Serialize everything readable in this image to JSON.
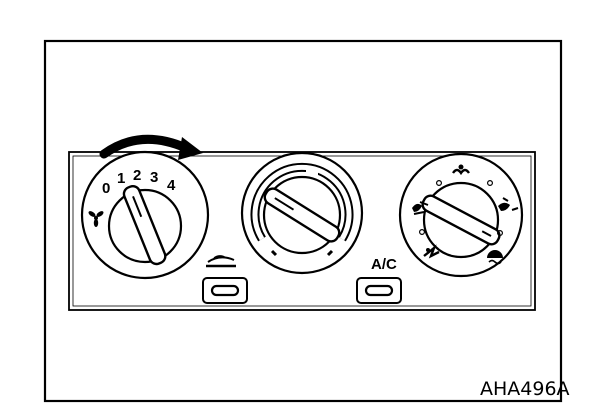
{
  "figure": {
    "reference_code": "AHA496A"
  },
  "fan_control": {
    "speed_labels": [
      "0",
      "1",
      "2",
      "3",
      "4"
    ]
  },
  "ac_button": {
    "label": "A/C"
  },
  "icons": {
    "fan_speed_arrow": "curved-arrow-icon",
    "fan": "fan-icon",
    "recirculation": "recirculation-icon",
    "vent": "face-vent-icon",
    "bi_level": "bi-level-icon",
    "foot": "foot-icon",
    "foot_defrost": "foot-defrost-icon",
    "defrost": "defrost-icon"
  }
}
